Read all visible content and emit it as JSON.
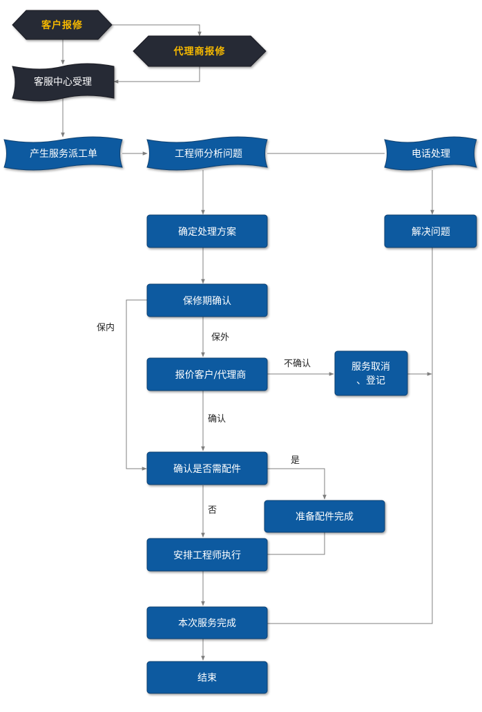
{
  "colors": {
    "box_fill": "#0b5aa0",
    "box_stroke": "#0a3f70",
    "dark_fill": "#262a36",
    "gold_text": "#f5b800",
    "line": "#7f7f7f"
  },
  "nodes": {
    "customer_report": "客户报修",
    "agent_report": "代理商报修",
    "service_center": "客服中心受理",
    "create_ticket": "产生服务派工单",
    "engineer_analysis": "工程师分析问题",
    "phone_handling": "电话处理",
    "determine_plan": "确定处理方案",
    "resolve_issue": "解决问题",
    "warranty_check": "保修期确认",
    "quote_customer": "报价客户/代理商",
    "cancel_line1": "服务取消",
    "cancel_line2": "、登记",
    "confirm_parts": "确认是否需配件",
    "prepare_parts": "准备配件完成",
    "arrange_engineer": "安排工程师执行",
    "service_done": "本次服务完成",
    "end": "结束"
  },
  "edge_labels": {
    "in_warranty": "保内",
    "out_warranty": "保外",
    "not_confirmed": "不确认",
    "confirmed": "确认",
    "yes": "是",
    "no": "否"
  }
}
